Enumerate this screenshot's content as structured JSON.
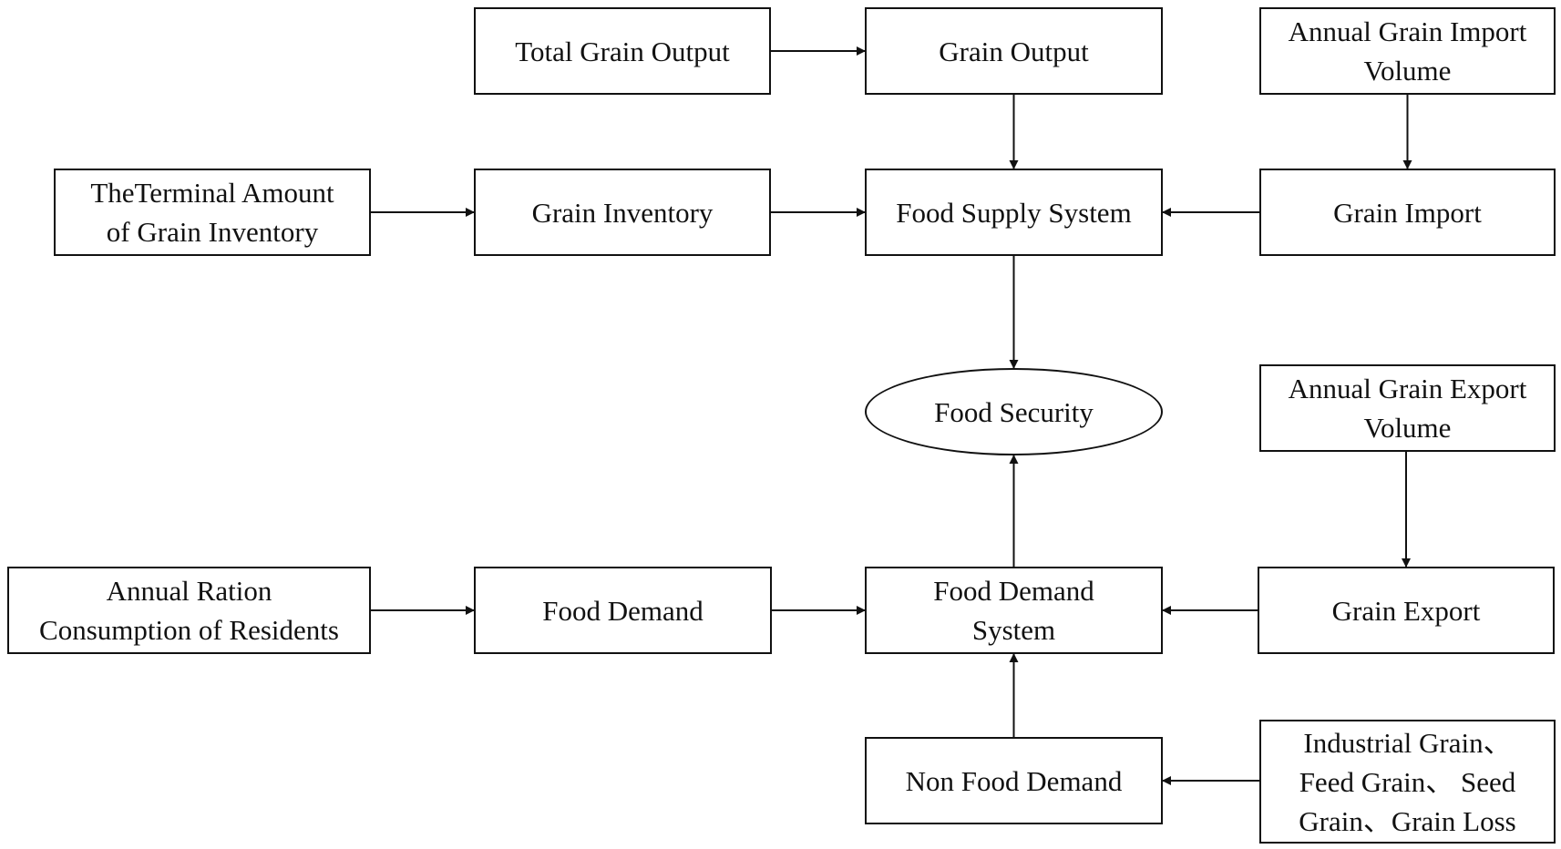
{
  "nodes": {
    "total_grain_output": "Total Grain Output",
    "grain_output": "Grain Output",
    "annual_grain_import_volume": [
      "Annual Grain Import",
      "Volume"
    ],
    "terminal_grain_inventory": [
      "TheTerminal Amount",
      "of Grain Inventory"
    ],
    "grain_inventory": "Grain Inventory",
    "food_supply_system": "Food Supply System",
    "grain_import": "Grain Import",
    "food_security": "Food Security",
    "annual_grain_export_volume": [
      "Annual Grain Export",
      "Volume"
    ],
    "annual_ration_consumption": [
      "Annual Ration",
      "Consumption of Residents"
    ],
    "food_demand": "Food Demand",
    "food_demand_system": [
      "Food Demand",
      "System"
    ],
    "grain_export": "Grain Export",
    "non_food_demand": "Non Food Demand",
    "other_grain_uses": [
      "Industrial Grain、",
      "Feed Grain、 Seed",
      "Grain、Grain Loss"
    ]
  },
  "edges": [
    {
      "from": "total_grain_output",
      "to": "grain_output"
    },
    {
      "from": "grain_output",
      "to": "food_supply_system"
    },
    {
      "from": "annual_grain_import_volume",
      "to": "grain_import"
    },
    {
      "from": "terminal_grain_inventory",
      "to": "grain_inventory"
    },
    {
      "from": "grain_inventory",
      "to": "food_supply_system"
    },
    {
      "from": "grain_import",
      "to": "food_supply_system"
    },
    {
      "from": "food_supply_system",
      "to": "food_security"
    },
    {
      "from": "food_demand_system",
      "to": "food_security"
    },
    {
      "from": "annual_grain_export_volume",
      "to": "grain_export"
    },
    {
      "from": "annual_ration_consumption",
      "to": "food_demand"
    },
    {
      "from": "food_demand",
      "to": "food_demand_system"
    },
    {
      "from": "grain_export",
      "to": "food_demand_system"
    },
    {
      "from": "non_food_demand",
      "to": "food_demand_system"
    },
    {
      "from": "other_grain_uses",
      "to": "non_food_demand"
    }
  ]
}
